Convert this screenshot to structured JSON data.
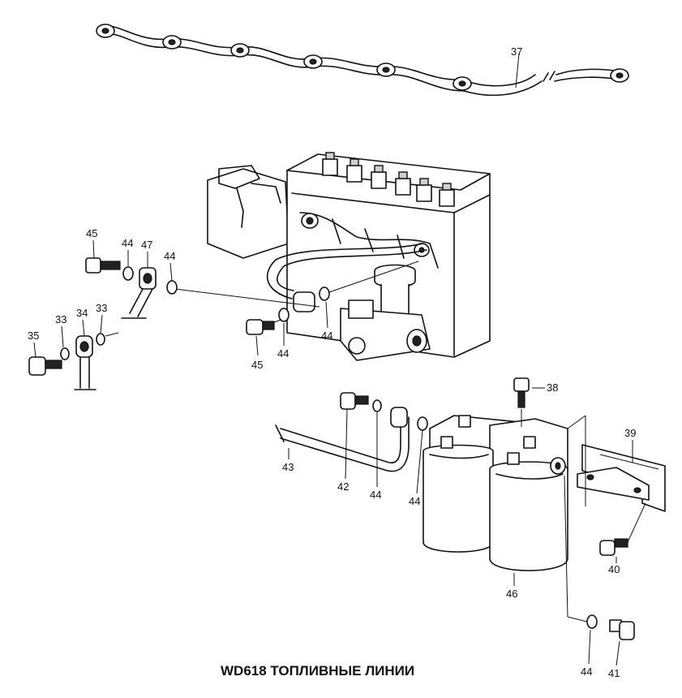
{
  "title": "WD618 ТОПЛИВНЫЕ ЛИНИИ",
  "callouts": [
    "37",
    "45",
    "44",
    "47",
    "44",
    "33",
    "34",
    "33",
    "35",
    "45",
    "44",
    "44",
    "38",
    "39",
    "43",
    "42",
    "44",
    "44",
    "40",
    "46",
    "44",
    "41"
  ]
}
